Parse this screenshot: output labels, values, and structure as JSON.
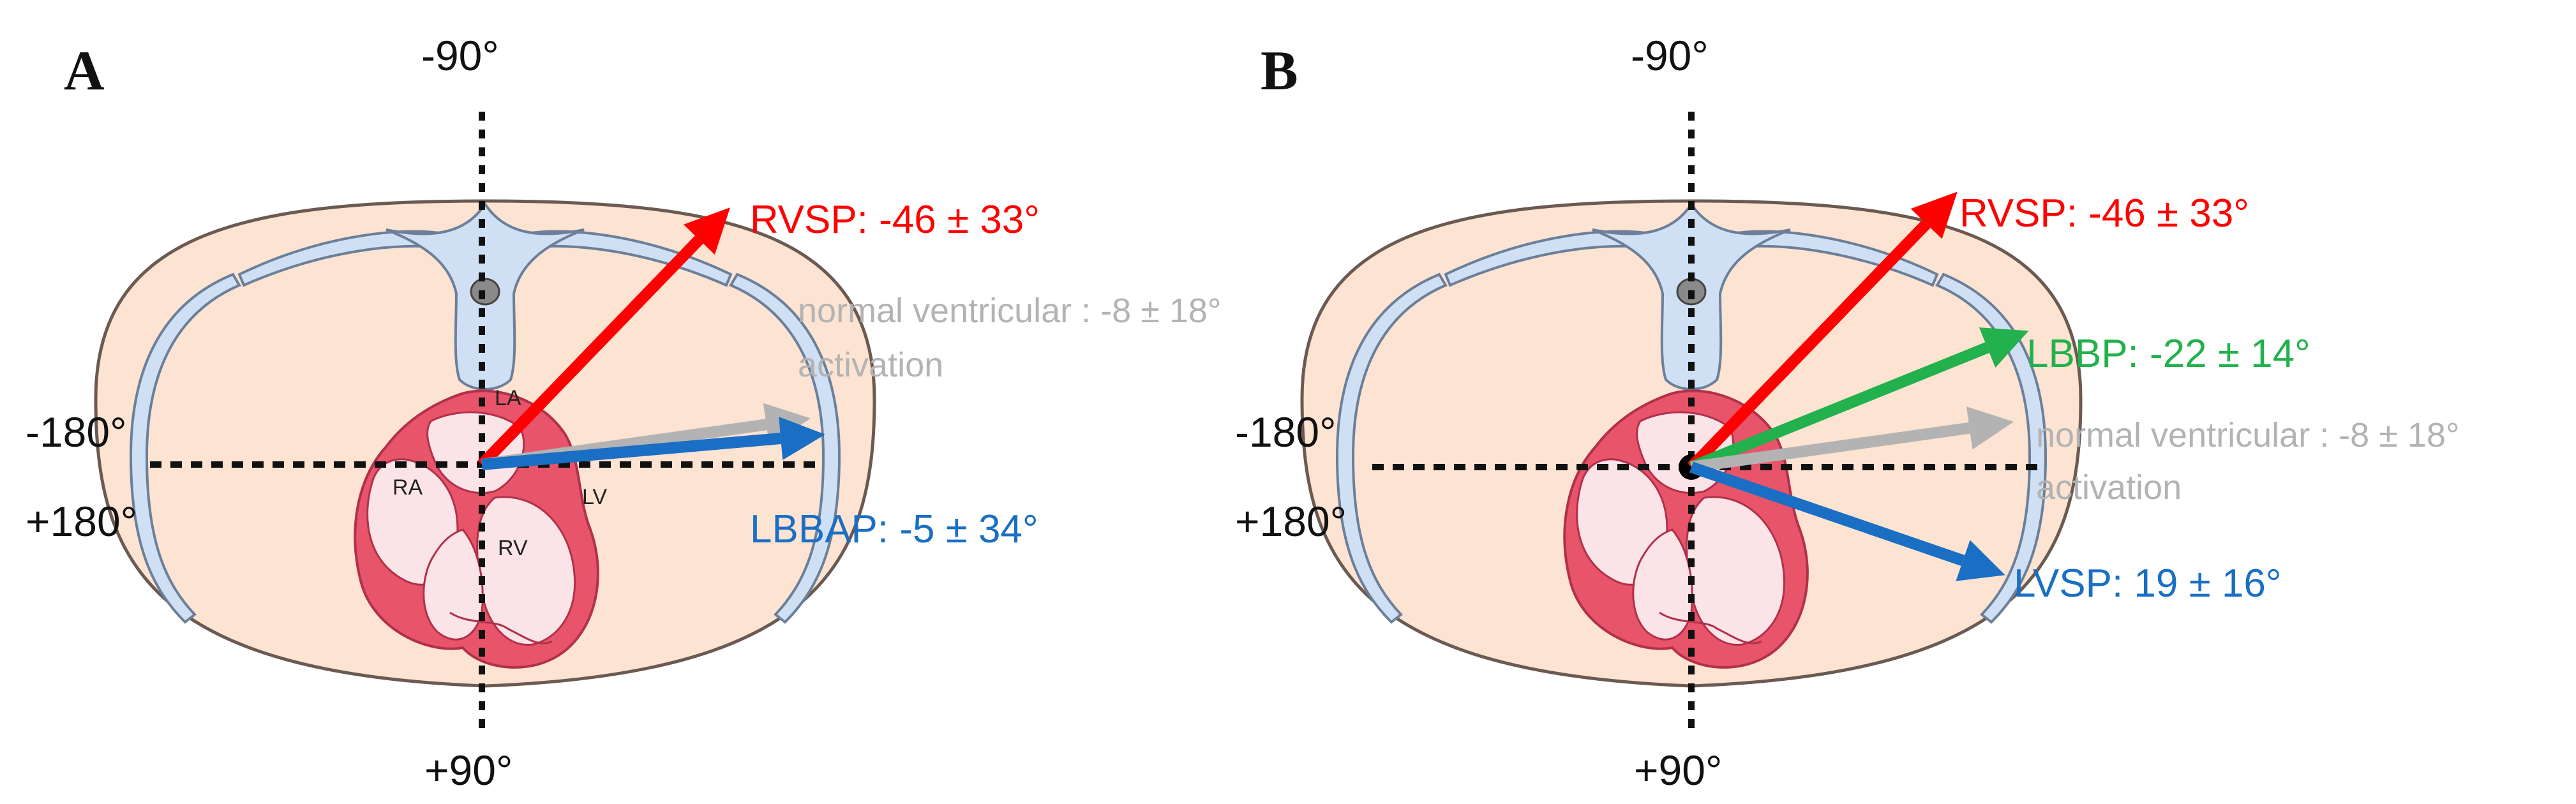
{
  "panels": [
    {
      "letter": "A",
      "axis": {
        "top": "-90°",
        "bottom": "+90°",
        "left_upper": "-180°",
        "left_lower": "+180°"
      },
      "chambers": {
        "la": "LA",
        "ra": "RA",
        "lv": "LV",
        "rv": "RV"
      },
      "vectors": [
        {
          "id": "rvsp",
          "label": "RVSP: -46 ± 33°",
          "angle": -46,
          "color": "#ff0000"
        },
        {
          "id": "normal",
          "label_line1": "normal ventricular : -8 ± 18°",
          "label_line2": "activation",
          "angle": -8,
          "color": "#b3b3b3"
        },
        {
          "id": "lbbap",
          "label": "LBBAP: -5 ± 34°",
          "angle": -5,
          "color": "#1a6fc4"
        }
      ]
    },
    {
      "letter": "B",
      "axis": {
        "top": "-90°",
        "bottom": "+90°",
        "left_upper": "-180°",
        "left_lower": "+180°"
      },
      "vectors": [
        {
          "id": "rvsp",
          "label": "RVSP: -46 ± 33°",
          "angle": -46,
          "color": "#ff0000"
        },
        {
          "id": "lbbp",
          "label": "LBBP: -22 ± 14°",
          "angle": -22,
          "color": "#22b14c"
        },
        {
          "id": "normal",
          "label_line1": "normal ventricular : -8 ± 18°",
          "label_line2": "activation",
          "angle": -8,
          "color": "#b3b3b3"
        },
        {
          "id": "lvsp",
          "label": "LVSP: 19 ± 16°",
          "angle": 19,
          "color": "#1a6fc4"
        }
      ]
    }
  ],
  "colors": {
    "torso_fill": "#fce3d2",
    "torso_stroke": "#6b5a52",
    "spine_fill": "#cfe0f4",
    "heart_outer": "#e8546a",
    "heart_inner": "#fbe4e8"
  }
}
